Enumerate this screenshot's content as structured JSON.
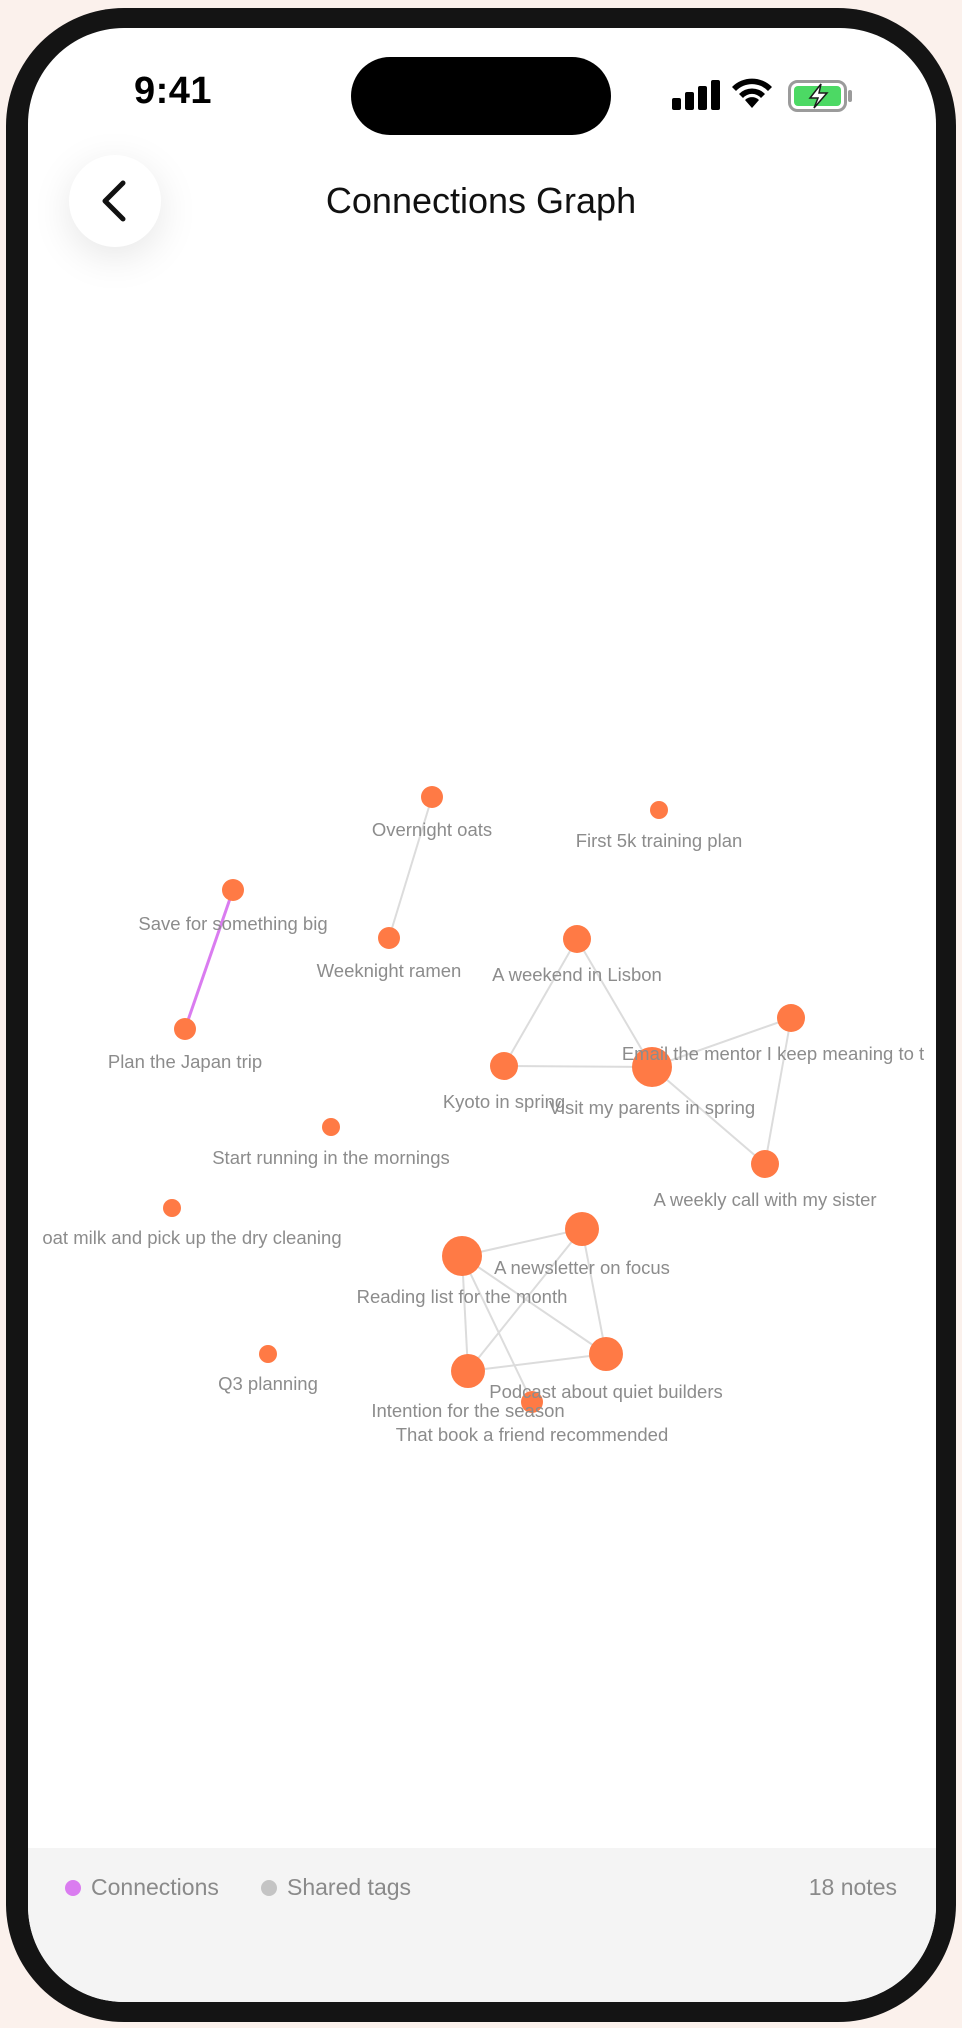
{
  "status": {
    "time": "9:41"
  },
  "header": {
    "title": "Connections Graph",
    "back_icon": "chevron-left-icon"
  },
  "colors": {
    "node": "#ff7a45",
    "connection": "#da7cf0",
    "shared_tag_edge": "#dcdcdc",
    "label": "#8c8c8c",
    "battery_fill": "#4cd964"
  },
  "graph": {
    "nodes": [
      {
        "id": "oats",
        "label": "Overnight oats"
      },
      {
        "id": "fivek",
        "label": "First 5k training plan"
      },
      {
        "id": "save",
        "label": "Save for something big"
      },
      {
        "id": "ramen",
        "label": "Weeknight ramen"
      },
      {
        "id": "lisbon",
        "label": "A weekend in Lisbon"
      },
      {
        "id": "mentor",
        "label": "Email the mentor I keep meaning to t"
      },
      {
        "id": "japan",
        "label": "Plan the Japan trip"
      },
      {
        "id": "kyoto",
        "label": "Kyoto in spring"
      },
      {
        "id": "parents",
        "label": "Visit my parents in spring"
      },
      {
        "id": "running",
        "label": "Start running in the mornings"
      },
      {
        "id": "sister",
        "label": "A weekly call with my sister"
      },
      {
        "id": "oatmilk",
        "label": "oat milk and pick up the dry cleaning"
      },
      {
        "id": "newsletter",
        "label": "A newsletter on focus"
      },
      {
        "id": "reading",
        "label": "Reading list for the month"
      },
      {
        "id": "q3",
        "label": "Q3 planning"
      },
      {
        "id": "podcast",
        "label": "Podcast about quiet builders"
      },
      {
        "id": "intention",
        "label": "Intention for the season"
      },
      {
        "id": "book",
        "label": "That book a friend recommended"
      }
    ],
    "edges": [
      {
        "from": "save",
        "to": "japan",
        "kind": "connection"
      },
      {
        "from": "oats",
        "to": "ramen",
        "kind": "shared"
      },
      {
        "from": "lisbon",
        "to": "kyoto",
        "kind": "shared"
      },
      {
        "from": "lisbon",
        "to": "parents",
        "kind": "shared"
      },
      {
        "from": "kyoto",
        "to": "parents",
        "kind": "shared"
      },
      {
        "from": "parents",
        "to": "mentor",
        "kind": "shared"
      },
      {
        "from": "parents",
        "to": "sister",
        "kind": "shared"
      },
      {
        "from": "mentor",
        "to": "sister",
        "kind": "shared"
      },
      {
        "from": "reading",
        "to": "newsletter",
        "kind": "shared"
      },
      {
        "from": "reading",
        "to": "intention",
        "kind": "shared"
      },
      {
        "from": "reading",
        "to": "podcast",
        "kind": "shared"
      },
      {
        "from": "reading",
        "to": "book",
        "kind": "shared"
      },
      {
        "from": "newsletter",
        "to": "intention",
        "kind": "shared"
      },
      {
        "from": "newsletter",
        "to": "podcast",
        "kind": "shared"
      },
      {
        "from": "intention",
        "to": "podcast",
        "kind": "shared"
      }
    ]
  },
  "legend": {
    "connections_label": "Connections",
    "shared_tags_label": "Shared tags",
    "note_count": "18 notes"
  }
}
